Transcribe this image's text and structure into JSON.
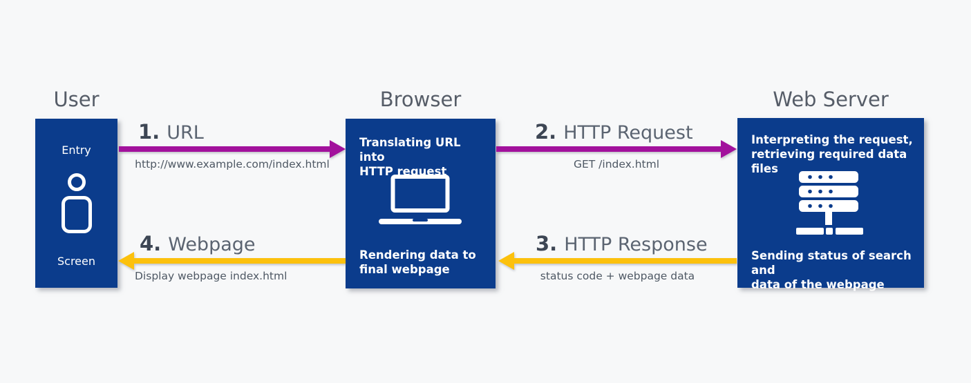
{
  "colors": {
    "background": "#f7f8f9",
    "node_blue": "#0b3c8c",
    "request_magenta": "#a2119c",
    "response_yellow": "#fcc10d",
    "title_gray": "#565d68",
    "step_number_dark": "#3d4654",
    "step_label_gray": "#5b6471",
    "sublabel_gray": "#4e5864",
    "node_text_white": "#ffffff"
  },
  "nodes": [
    {
      "id": "user",
      "title": "User",
      "top_label": "Entry",
      "bottom_label": "Screen",
      "icon": "person-icon"
    },
    {
      "id": "browser",
      "title": "Browser",
      "top_label": "Translating URL into\nHTTP request",
      "bottom_label": "Rendering data to\nfinal webpage",
      "icon": "laptop-icon"
    },
    {
      "id": "webserver",
      "title": "Web Server",
      "top_label": "Interpreting the request,\nretrieving required data files",
      "bottom_label": "Sending status of search and\ndata of the webpage",
      "icon": "server-icon"
    }
  ],
  "arrows": [
    {
      "number": "1.",
      "label": "URL",
      "sublabel": "http://www.example.com/index.html",
      "direction": "right",
      "color": "magenta",
      "from": "user",
      "to": "browser"
    },
    {
      "number": "2.",
      "label": "HTTP Request",
      "sublabel": "GET /index.html",
      "direction": "right",
      "color": "magenta",
      "from": "browser",
      "to": "webserver"
    },
    {
      "number": "3.",
      "label": "HTTP Response",
      "sublabel": "status code + webpage data",
      "direction": "left",
      "color": "yellow",
      "from": "webserver",
      "to": "browser"
    },
    {
      "number": "4.",
      "label": "Webpage",
      "sublabel": "Display webpage index.html",
      "direction": "left",
      "color": "yellow",
      "from": "browser",
      "to": "user"
    }
  ]
}
